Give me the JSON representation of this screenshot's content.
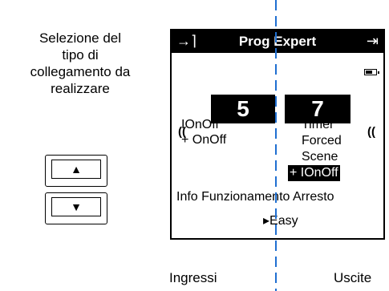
{
  "description": {
    "lines": [
      "Selezione del",
      "tipo di",
      "collegamento da",
      "realizzare"
    ]
  },
  "keys": {
    "up_icon": "▲",
    "down_icon": "▼"
  },
  "screen": {
    "title": "Prog Expert",
    "left_icon": "→⌉",
    "right_icon": "⇥",
    "input_number": "5",
    "output_number": "7",
    "wave_icon": "((",
    "inputs": [
      "IOnOff",
      "+ OnOff"
    ],
    "outputs": [
      "Timer",
      "Forced",
      "Scene"
    ],
    "selected_output": "+ IOnOff",
    "info_line": "Info Funzionamento Arresto",
    "mode": "▸Easy"
  },
  "footer": {
    "inputs_label": "Ingressi",
    "outputs_label": "Uscite"
  }
}
